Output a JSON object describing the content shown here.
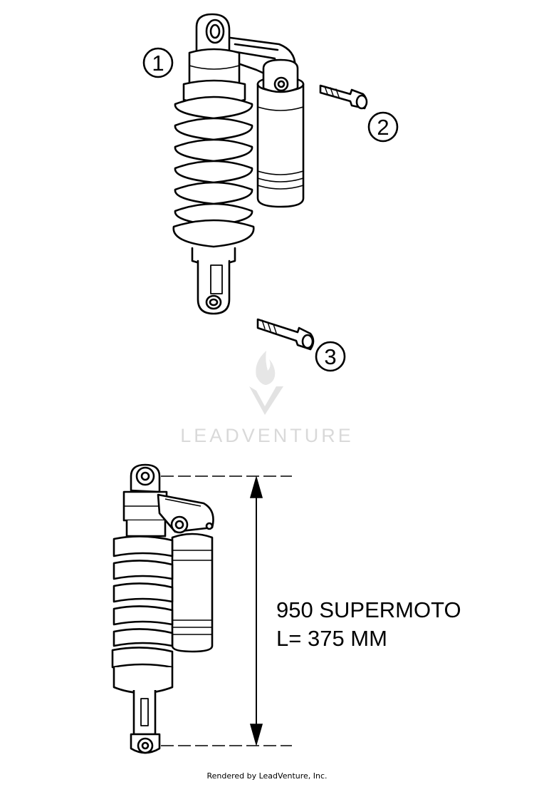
{
  "callouts": [
    {
      "number": "1"
    },
    {
      "number": "2"
    },
    {
      "number": "3"
    }
  ],
  "dimension": {
    "line1": "950 SUPERMOTO",
    "line2": "L= 375 MM"
  },
  "watermark": {
    "brand": "LEADVENTURE",
    "icon": "flame-v-logo-icon"
  },
  "footer": {
    "text": "Rendered by LeadVenture, Inc."
  },
  "colors": {
    "line": "#000000",
    "watermark": "#d9d9d9"
  }
}
